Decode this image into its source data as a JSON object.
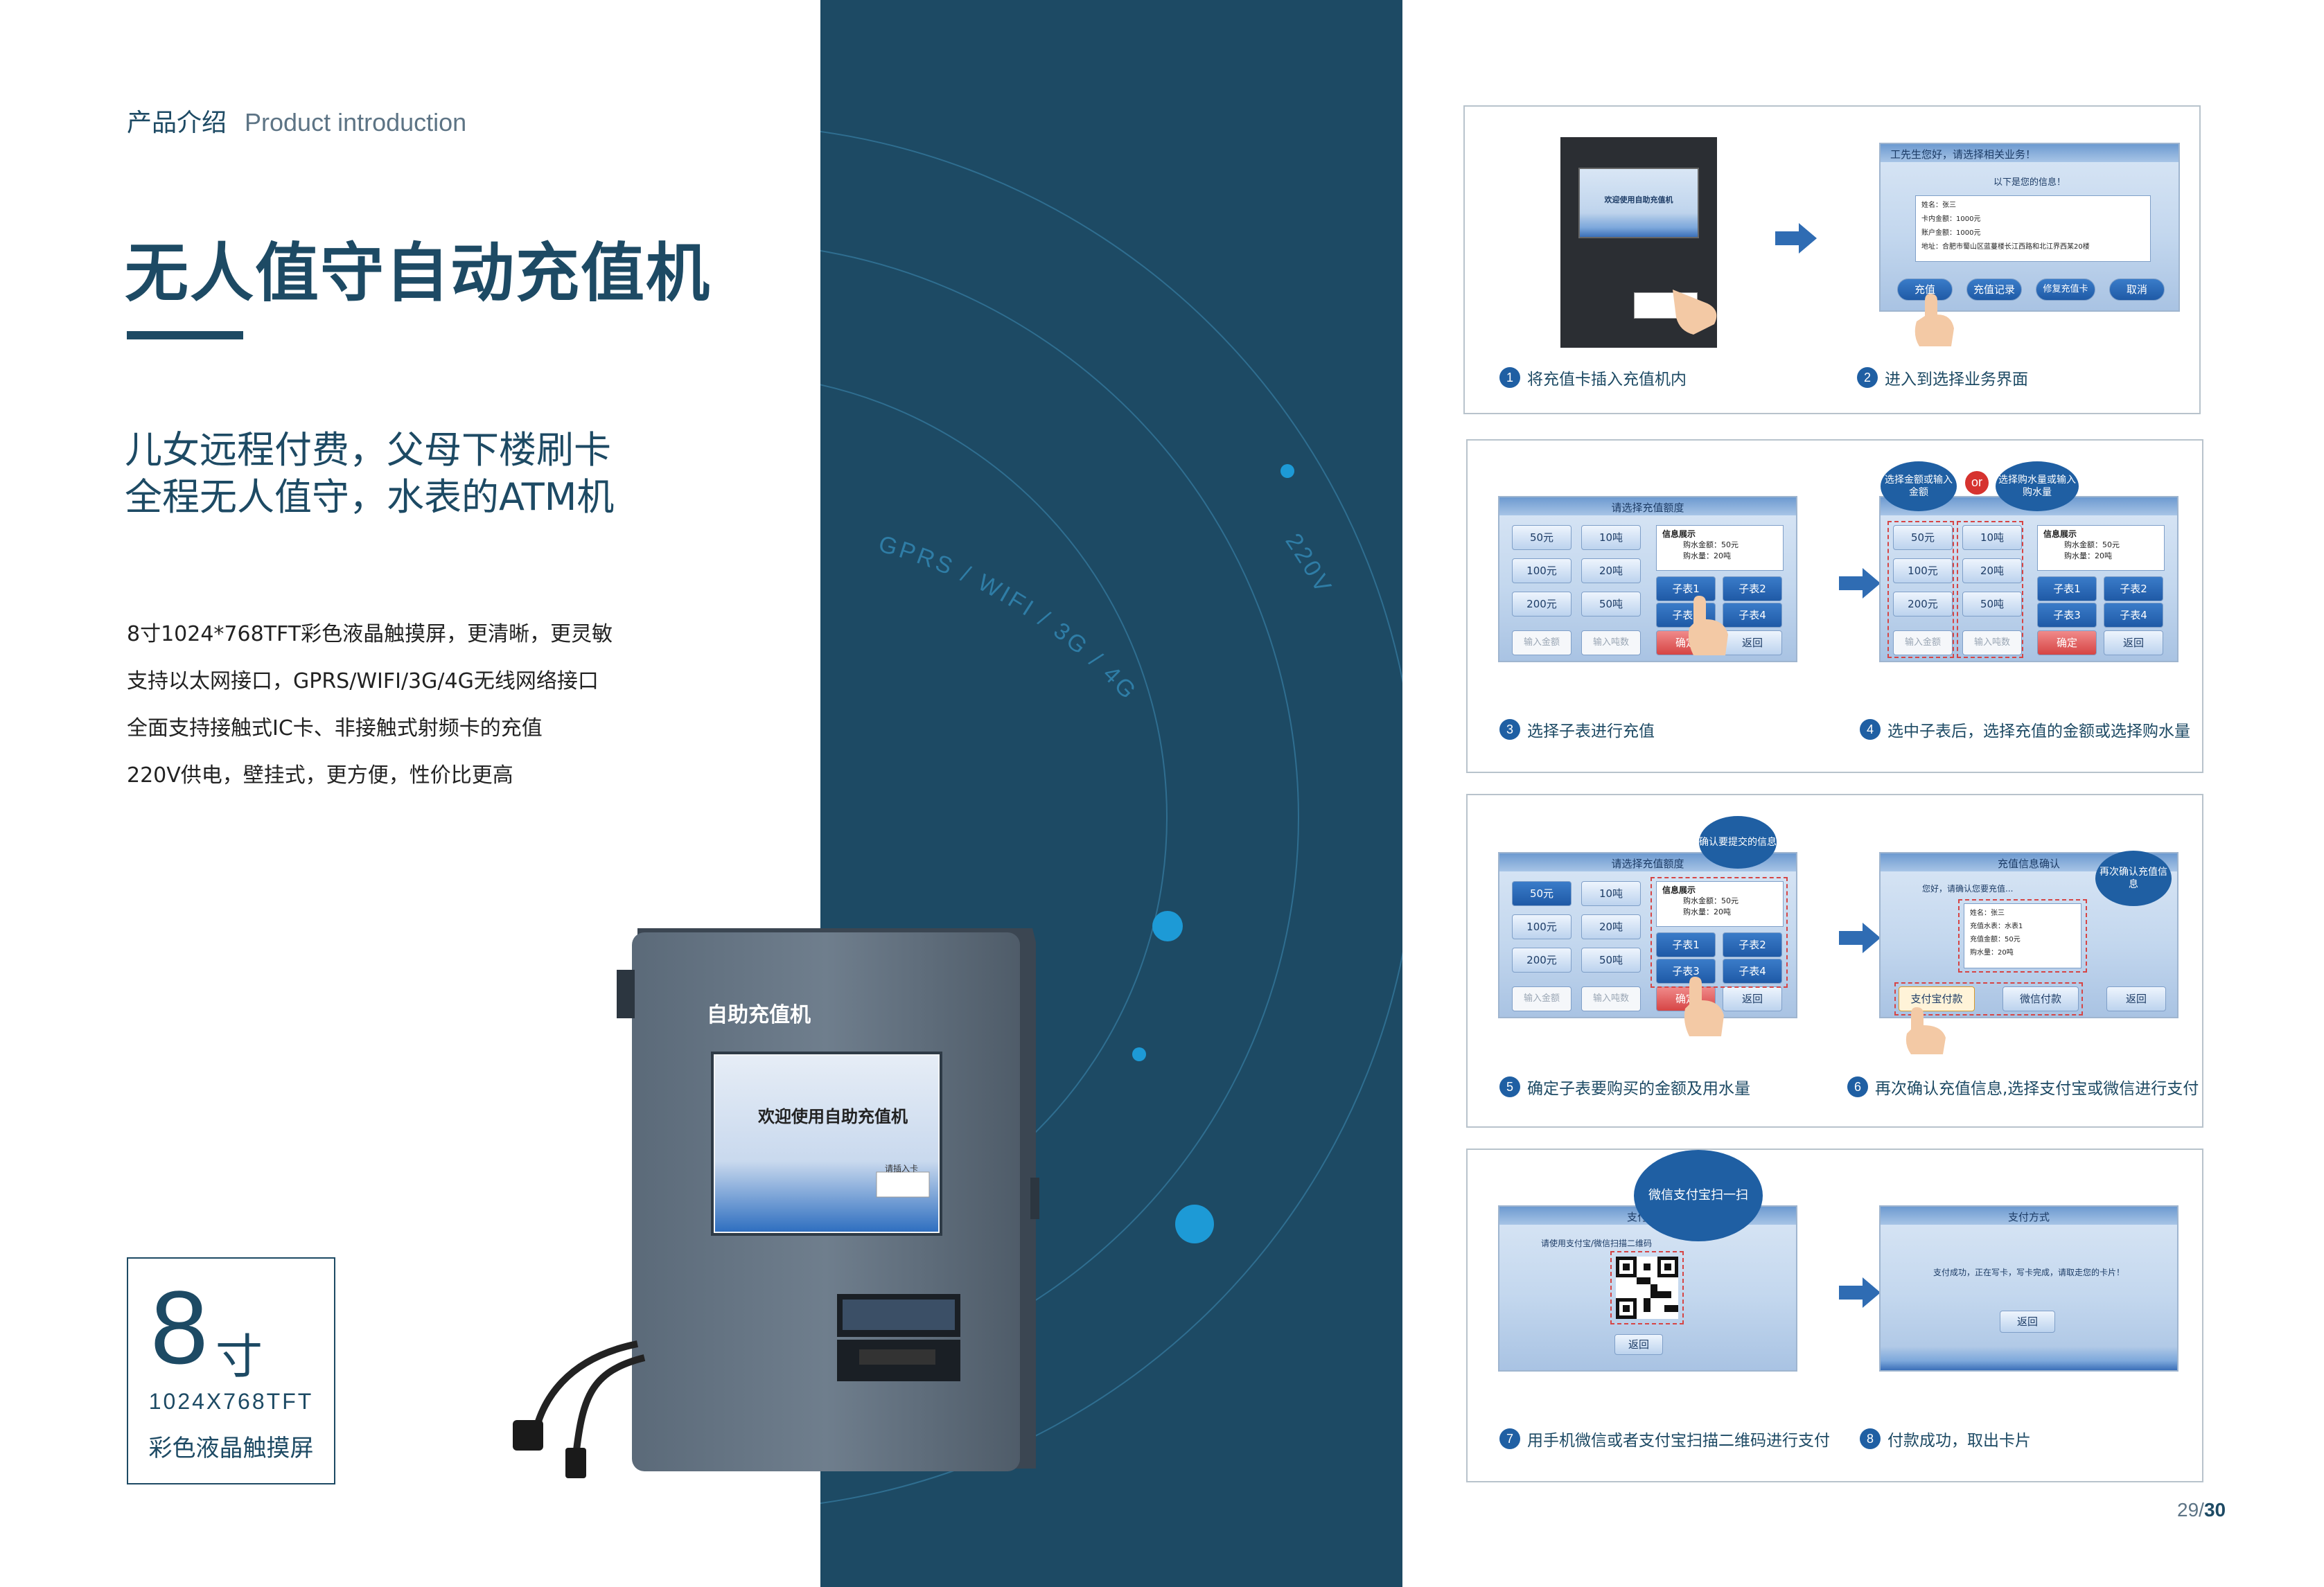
{
  "header": {
    "cn": "产品介绍",
    "en": "Product introduction"
  },
  "title": "无人值守自动充值机",
  "slogan": [
    "儿女远程付费，父母下楼刷卡",
    "全程无人值守，水表的ATM机"
  ],
  "features": [
    "8寸1024*768TFT彩色液晶触摸屏，更清晰，更灵敏",
    "支持以太网接口，GPRS/WIFI/3G/4G无线网络接口",
    "全面支持接触式IC卡、非接触式射频卡的充值",
    "220V供电，壁挂式，更方便，性价比更高"
  ],
  "spec": {
    "size": "8",
    "unit": "寸",
    "line1": "1024X768TFT",
    "line2": "彩色液晶触摸屏"
  },
  "center": {
    "arc_text_left": "GPRS / WIFI / 3G / 4G",
    "arc_text_right": "220V"
  },
  "device": {
    "label": "自助充值机",
    "screen_text": "欢迎使用自助充值机",
    "card_text": "请插入卡"
  },
  "steps": [
    {
      "num": "1",
      "caption": "将充值卡插入充值机内",
      "screen_title": "欢迎使用自助充值机"
    },
    {
      "num": "2",
      "caption": "进入到选择业务界面",
      "screen_title": "工先生您好，请选择相关业务！",
      "info_title": "以下是您的信息！",
      "info": [
        "姓名：张三",
        "卡内金额：1000元",
        "账户金额：1000元",
        "地址：合肥市蜀山区蓝蔓楼长江西路和北江界西某20楼"
      ],
      "buttons": [
        "充值",
        "充值记录",
        "修复充值卡",
        "取消"
      ]
    },
    {
      "num": "3",
      "caption": "选择子表进行充值",
      "screen_title": "请选择充值额度"
    },
    {
      "num": "4",
      "caption": "选中子表后，选择充值的金额或选择购水量",
      "bubble_left": "选择金额或输入金额",
      "bubble_right": "选择购水量或输入购水量",
      "or": "or"
    },
    {
      "num": "5",
      "caption": "确定子表要购买的金额及用水量",
      "bubble": "确认要提交的信息"
    },
    {
      "num": "6",
      "caption": "再次确认充值信息,选择支付宝或微信进行支付",
      "screen_title": "充值信息确认",
      "bubble": "再次确认充值信息",
      "prompt": "您好，请确认您要充值...",
      "info": [
        "姓名：张三",
        "充值水表：水表1",
        "充值金额：50元",
        "购水量：20吨"
      ],
      "buttons": [
        "支付宝付款",
        "微信付款",
        "返回"
      ]
    },
    {
      "num": "7",
      "caption": "用手机微信或者支付宝扫描二维码进行支付",
      "bubble": "微信支付宝扫一扫",
      "prompt": "请使用支付宝/微信扫描二维码",
      "button": "返回",
      "screen_title": "支付方式"
    },
    {
      "num": "8",
      "caption": "付款成功，取出卡片",
      "screen_title": "支付方式",
      "message": "支付成功，正在写卡，写卡完成，请取走您的卡片！",
      "button": "返回"
    }
  ],
  "charge_panel": {
    "amounts": [
      "50元",
      "100元",
      "200元"
    ],
    "volumes": [
      "10吨",
      "20吨",
      "50吨"
    ],
    "info_title": "信息展示",
    "info_lines": [
      "购水金额：50元",
      "购水量：20吨"
    ],
    "meters": [
      "子表1",
      "子表2",
      "子表3",
      "子表4"
    ],
    "input_amount": "输入金额",
    "input_volume": "输入吨数",
    "confirm": "确定",
    "back": "返回"
  },
  "page": {
    "current": "29",
    "total": "30"
  }
}
